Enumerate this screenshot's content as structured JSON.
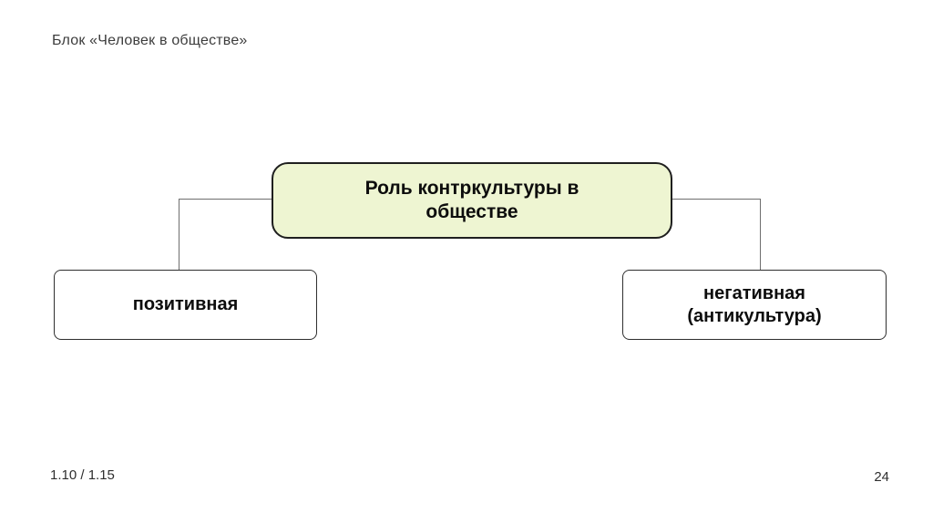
{
  "slide": {
    "header": "Блок «Человек в обществе»",
    "footer_left": "1.10 / 1.15",
    "page_number": "24"
  },
  "diagram": {
    "root": {
      "label": "Роль контркультуры в обществе"
    },
    "children": [
      {
        "label": "позитивная"
      },
      {
        "label": "негативная (антикультура)"
      }
    ]
  },
  "colors": {
    "root_fill": "#eef5d2",
    "root_border": "#1f1f1f",
    "child_fill": "#ffffff",
    "child_border": "#2f2f2f",
    "connector": "#6e6e6e",
    "text": "#0d0d0d",
    "muted_text": "#3c3c3c"
  }
}
